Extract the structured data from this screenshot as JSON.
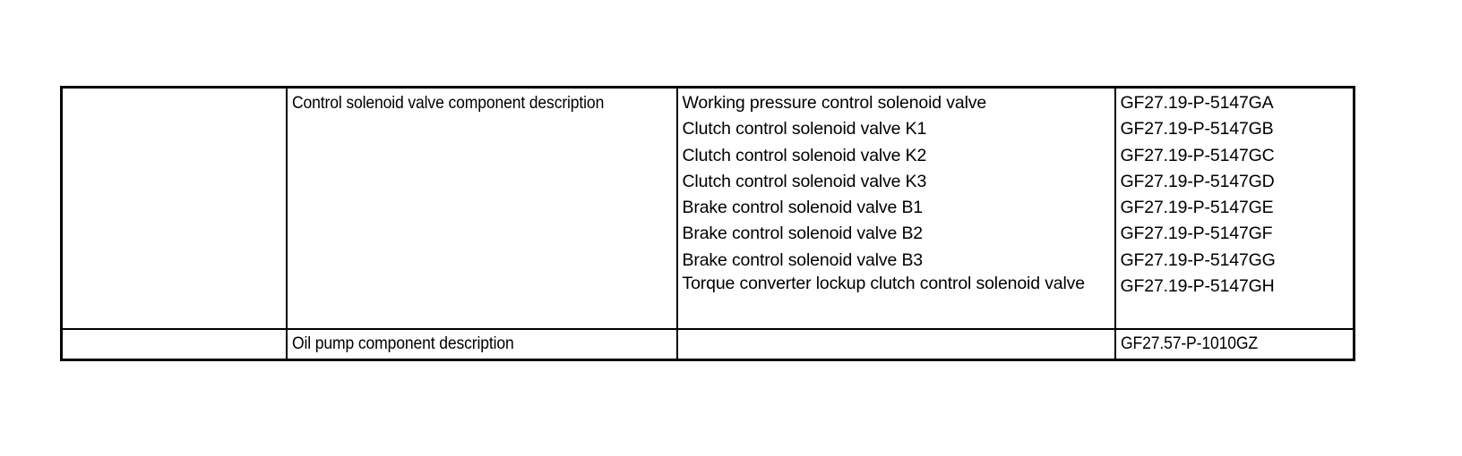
{
  "document": {
    "type": "specification-table",
    "background_color": "#ffffff",
    "text_color": "#000000",
    "border_color": "#000000"
  },
  "table": {
    "columns": [
      {
        "key": "spacer",
        "label": ""
      },
      {
        "key": "topic",
        "label": ""
      },
      {
        "key": "description",
        "label": ""
      },
      {
        "key": "reference",
        "label": ""
      }
    ],
    "rows": [
      {
        "spacer": "",
        "topic": "Control solenoid valve component description",
        "items": [
          {
            "description": "Working pressure control solenoid valve",
            "reference": "GF27.19-P-5147GA"
          },
          {
            "description": "Clutch control solenoid valve K1",
            "reference": "GF27.19-P-5147GB"
          },
          {
            "description": "Clutch control solenoid valve K2",
            "reference": "GF27.19-P-5147GC"
          },
          {
            "description": "Clutch control solenoid valve K3",
            "reference": "GF27.19-P-5147GD"
          },
          {
            "description": "Brake control solenoid valve B1",
            "reference": "GF27.19-P-5147GE"
          },
          {
            "description": "Brake control solenoid valve B2",
            "reference": "GF27.19-P-5147GF"
          },
          {
            "description": "Brake control solenoid valve B3",
            "reference": "GF27.19-P-5147GG"
          },
          {
            "description": "Torque converter lockup clutch control solenoid valve",
            "reference": "GF27.19-P-5147GH",
            "wraps": true
          }
        ]
      },
      {
        "spacer": "",
        "topic": "Oil pump component description",
        "items": [
          {
            "description": "",
            "reference": "GF27.57-P-1010GZ"
          }
        ]
      }
    ]
  }
}
